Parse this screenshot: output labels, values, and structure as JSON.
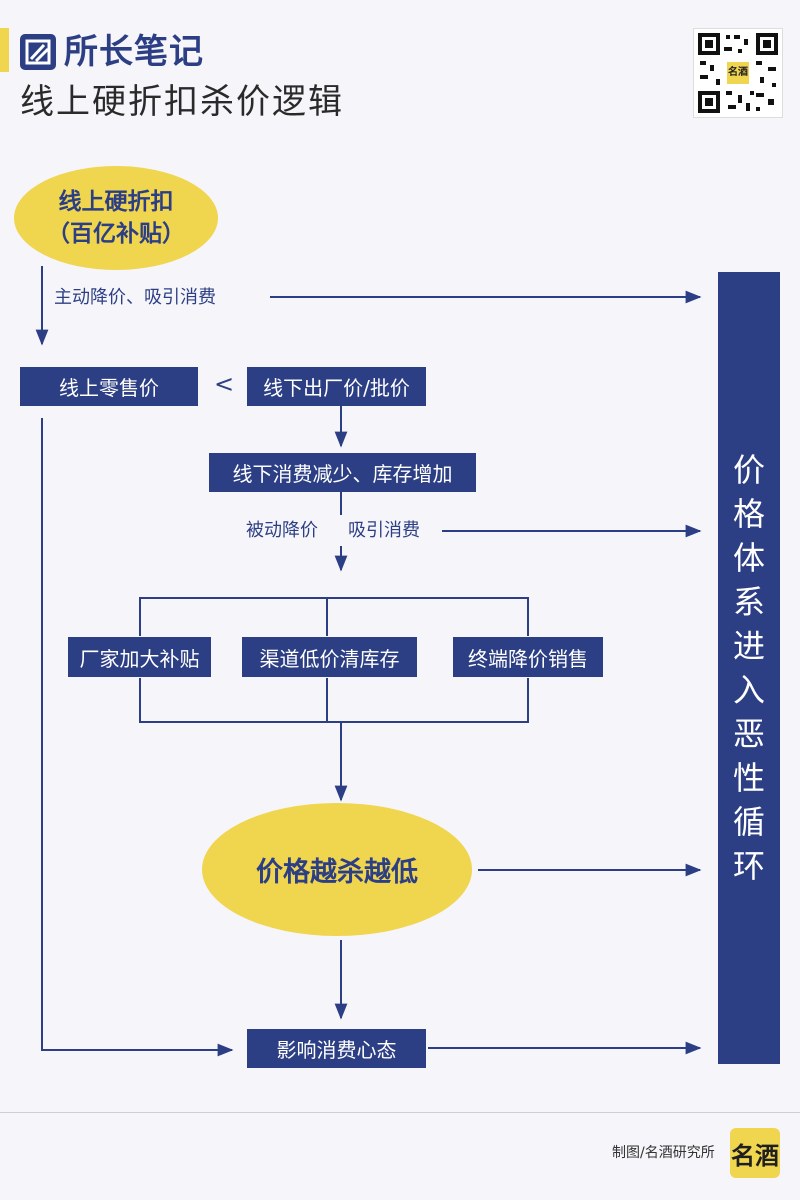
{
  "header": {
    "logo_text": "所长笔记",
    "title": "线上硬折扣杀价逻辑",
    "qr_center_text": "名酒"
  },
  "nodes": {
    "online_discount_line1": "线上硬折扣",
    "online_discount_line2": "（百亿补贴）",
    "online_retail_price": "线上零售价",
    "less_than": "<",
    "offline_factory_price": "线下出厂价/批价",
    "offline_consumption_down": "线下消费减少、库存增加",
    "manufacturer_subsidy": "厂家加大补贴",
    "channel_clearance": "渠道低价清库存",
    "terminal_discount": "终端降价销售",
    "price_lower": "价格越杀越低",
    "consumer_mindset": "影响消费心态",
    "vicious_cycle": "价格体系进入恶性循环"
  },
  "labels": {
    "active_price_cut": "主动降价、吸引消费",
    "passive_price_cut": "被动降价",
    "attract_consumption": "吸引消费"
  },
  "footer": {
    "credit": "制图/名酒研究所",
    "logo_text": "名酒"
  },
  "colors": {
    "navy": "#2d3f84",
    "yellow": "#f0d54f",
    "background": "#f6f5fa"
  },
  "icons": [
    "logo-mark-icon",
    "qr-code-icon",
    "arrow-icon",
    "footer-logo-icon"
  ]
}
